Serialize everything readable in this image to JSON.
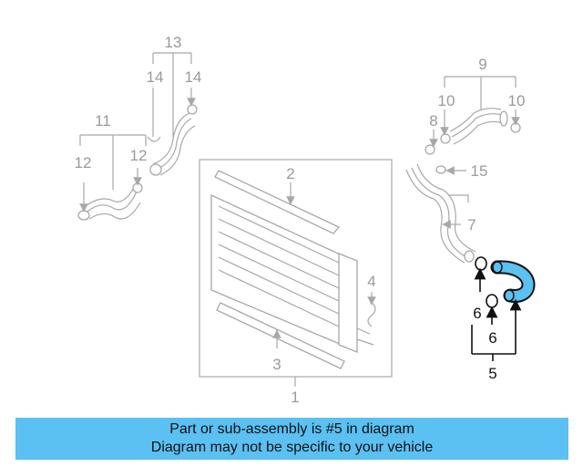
{
  "diagram": {
    "callouts": {
      "c1": "1",
      "c2": "2",
      "c3": "3",
      "c4": "4",
      "c5": "5",
      "c6a": "6",
      "c6b": "6",
      "c7": "7",
      "c8": "8",
      "c9": "9",
      "c10a": "10",
      "c10b": "10",
      "c11": "11",
      "c12a": "12",
      "c12b": "12",
      "c13": "13",
      "c14a": "14",
      "c14b": "14",
      "c15": "15"
    },
    "highlight_color": "#5bc0f2",
    "highlighted_part": "5"
  },
  "banner": {
    "line1": "Part or sub-assembly is #5 in diagram",
    "line2": "Diagram may not be specific to your vehicle",
    "background": "#5bc0f2"
  }
}
